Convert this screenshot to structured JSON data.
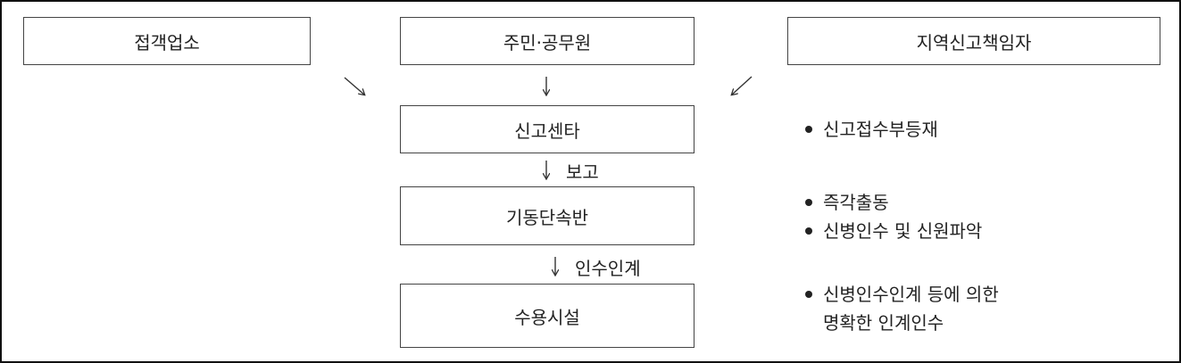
{
  "boxes": {
    "business": "접객업소",
    "residents": "주민·공무원",
    "regional": "지역신고책임자",
    "center": "신고센타",
    "squad": "기동단속반",
    "facility": "수용시설"
  },
  "arrow_labels": {
    "report": "보고",
    "handover": "인수인계"
  },
  "notes": {
    "center": [
      "신고접수부등재"
    ],
    "squad": [
      "즉각출동",
      "신병인수 및 신원파악"
    ],
    "facility": {
      "bullet": "신병인수인계 등에 의한",
      "continuation": "명확한 인계인수"
    }
  }
}
